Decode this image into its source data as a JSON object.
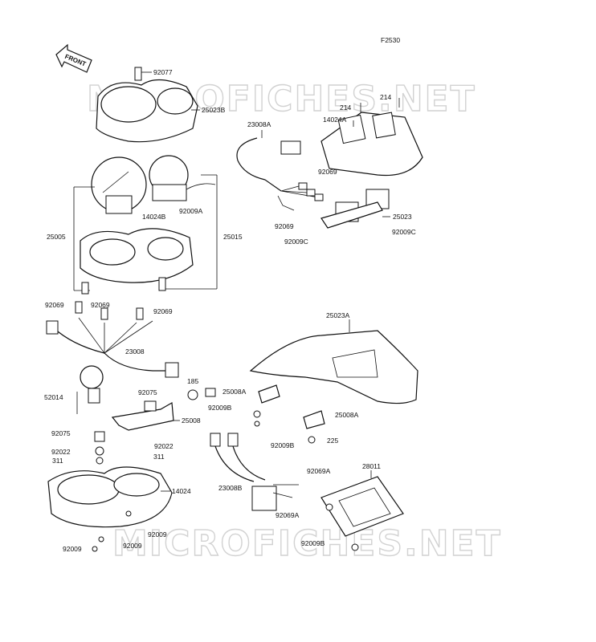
{
  "figure_id": "F2530",
  "front_arrow": "FRONT",
  "watermark": "MICROFICHES.NET",
  "labels": {
    "p92077": "92077",
    "p25023B": "25023B",
    "p214a": "214",
    "p214b": "214",
    "p23008A": "23008A",
    "p14024A": "14024A",
    "p92069_top": "92069",
    "p92009A": "92009A",
    "p14024B": "14024B",
    "p25005": "25005",
    "p25015": "25015",
    "p92069_mid": "92069",
    "p25023": "25023",
    "p92009C_a": "92009C",
    "p92009C_b": "92009C",
    "p92069_l1": "92069",
    "p92069_l2": "92069",
    "p92069_l3": "92069",
    "p25023A": "25023A",
    "p23008": "23008",
    "p185": "185",
    "p52014": "52014",
    "p92075_a": "92075",
    "p25008A_a": "25008A",
    "p92009B_a": "92009B",
    "p25008": "25008",
    "p25008A_b": "25008A",
    "p92075_b": "92075",
    "p92022_a": "92022",
    "p92022_b": "92022",
    "p92009B_b": "92009B",
    "p225": "225",
    "p311_a": "311",
    "p311_b": "311",
    "p23008B": "23008B",
    "p92069A": "92069A",
    "p28011": "28011",
    "p14024": "14024",
    "p92069A_b": "92069A",
    "p92009_a": "92009",
    "p92009_b": "92009",
    "p92009_c": "92009",
    "p92009B_c": "92009B"
  },
  "colors": {
    "ink": "#111111",
    "watermark": "#d2d2d2",
    "background": "#ffffff"
  }
}
